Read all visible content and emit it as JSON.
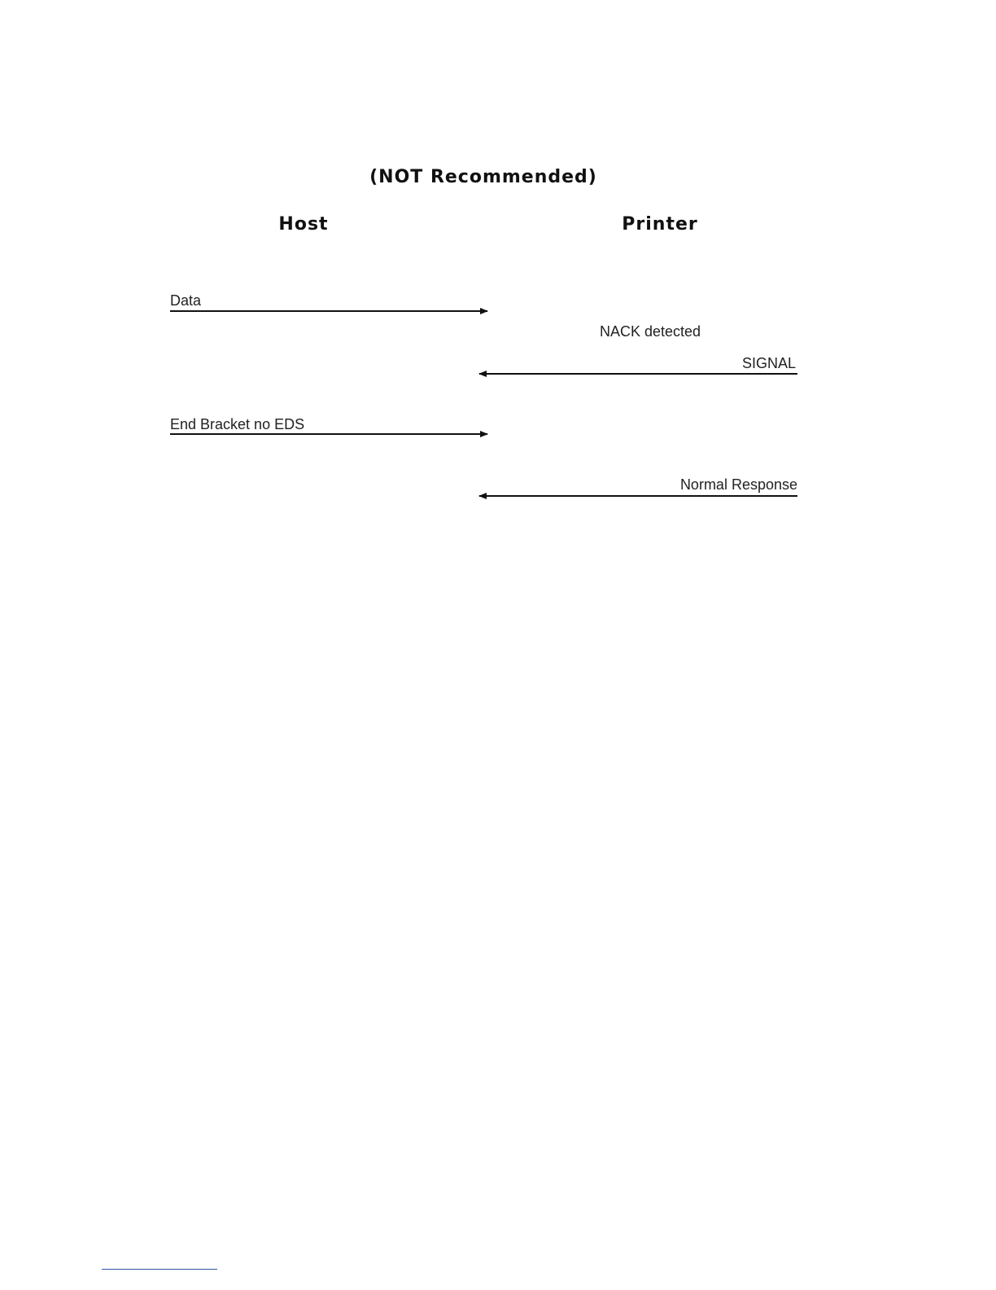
{
  "diagram": {
    "title": "(NOT Recommended)",
    "participants": {
      "host": "Host",
      "printer": "Printer"
    },
    "messages": [
      {
        "label": "Data",
        "from": "Host",
        "to": "Printer"
      },
      {
        "label": "NACK detected",
        "kind": "note",
        "at": "Printer"
      },
      {
        "label": "SIGNAL",
        "from": "Printer",
        "to": "Host"
      },
      {
        "label": "End Bracket no EDS",
        "from": "Host",
        "to": "Printer"
      },
      {
        "label": "Normal Response",
        "from": "Printer",
        "to": "Host"
      }
    ],
    "line_color": "#111111"
  }
}
